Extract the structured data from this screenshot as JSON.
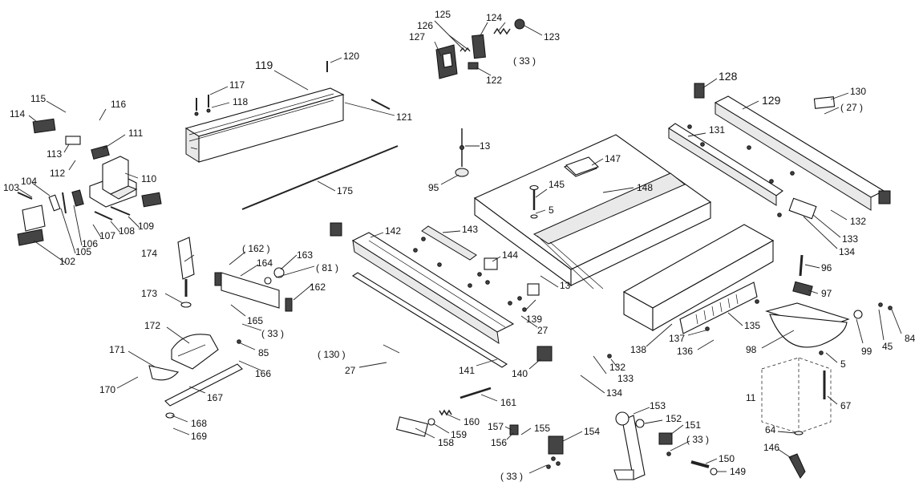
{
  "diagram": {
    "type": "exploded-parts-diagram",
    "part_labels": {
      "p5a": "5",
      "p5b": "5",
      "p11": "11",
      "p13a": "13",
      "p13b": "13",
      "p27a": "27",
      "p27b": "27",
      "p27c": "( 27 )",
      "p33a": "( 33 )",
      "p33b": "( 33 )",
      "p33c": "( 33 )",
      "p33d": "( 33 )",
      "p45": "45",
      "p64": "64",
      "p67": "67",
      "p81": "( 81 )",
      "p84": "84",
      "p85": "85",
      "p95": "95",
      "p96": "96",
      "p97": "97",
      "p98": "98",
      "p99": "99",
      "p102": "102",
      "p103": "103",
      "p104": "104",
      "p105": "105",
      "p106": "106",
      "p107": "107",
      "p108": "108",
      "p109": "109",
      "p110": "110",
      "p111": "111",
      "p112": "112",
      "p113": "113",
      "p114": "114",
      "p115": "115",
      "p116": "116",
      "p117": "117",
      "p118": "118",
      "p119": "119",
      "p120": "120",
      "p121": "121",
      "p122": "122",
      "p123": "123",
      "p124": "124",
      "p125": "125",
      "p126": "126",
      "p127": "127",
      "p128": "128",
      "p129": "129",
      "p130a": "130",
      "p130b": "( 130 )",
      "p131": "131",
      "p132a": "132",
      "p132b": "132",
      "p133a": "133",
      "p133b": "133",
      "p134a": "134",
      "p134b": "134",
      "p135": "135",
      "p136": "136",
      "p137": "137",
      "p138": "138",
      "p139": "139",
      "p140": "140",
      "p141": "141",
      "p142": "142",
      "p143": "143",
      "p144": "144",
      "p145": "145",
      "p146": "146",
      "p147": "147",
      "p148": "148",
      "p149": "149",
      "p150": "150",
      "p151": "151",
      "p152": "152",
      "p153": "153",
      "p154": "154",
      "p155": "155",
      "p156": "156",
      "p157": "157",
      "p158": "158",
      "p159": "159",
      "p160": "160",
      "p161": "161",
      "p162a": "( 162 )",
      "p162b": "162",
      "p163": "163",
      "p164": "164",
      "p165": "165",
      "p166": "166",
      "p167": "167",
      "p168": "168",
      "p169": "169",
      "p170": "170",
      "p171": "171",
      "p172": "172",
      "p173": "173",
      "p174": "174",
      "p175": "175"
    }
  }
}
